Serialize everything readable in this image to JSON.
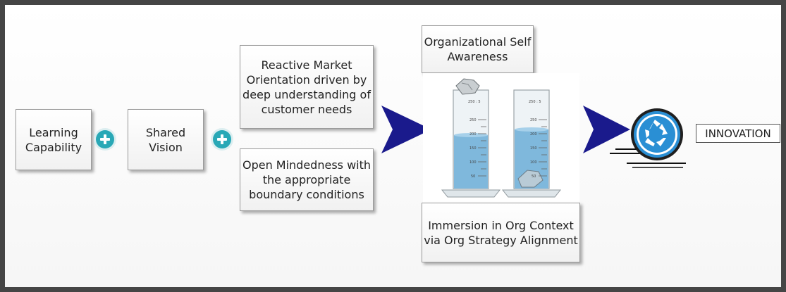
{
  "diagram": {
    "boxes": {
      "learning_capability": "Learning Capability",
      "shared_vision": "Shared Vision",
      "reactive_market": "Reactive Market Orientation driven by deep understanding of customer needs",
      "open_mindedness": "Open Mindedness with the appropriate boundary conditions",
      "self_awareness": "Organizational Self Awareness",
      "immersion": "Immersion in Org Context via Org Strategy Alignment",
      "innovation": "INNOVATION"
    },
    "cylinder_labels": [
      "250 : 5",
      "250 : 5"
    ],
    "cylinder_scale": [
      "250",
      "200",
      "150",
      "100",
      "50"
    ],
    "icons": [
      "plus-icon",
      "plus-icon",
      "arrow-right-icon",
      "arrow-right-icon",
      "recycle-icon"
    ],
    "colors": {
      "frame": "#454545",
      "plus": "#29a8b6",
      "arrow": "#1a1a8c",
      "water": "#7fb8dc",
      "recycle": "#2a8fd4"
    }
  }
}
